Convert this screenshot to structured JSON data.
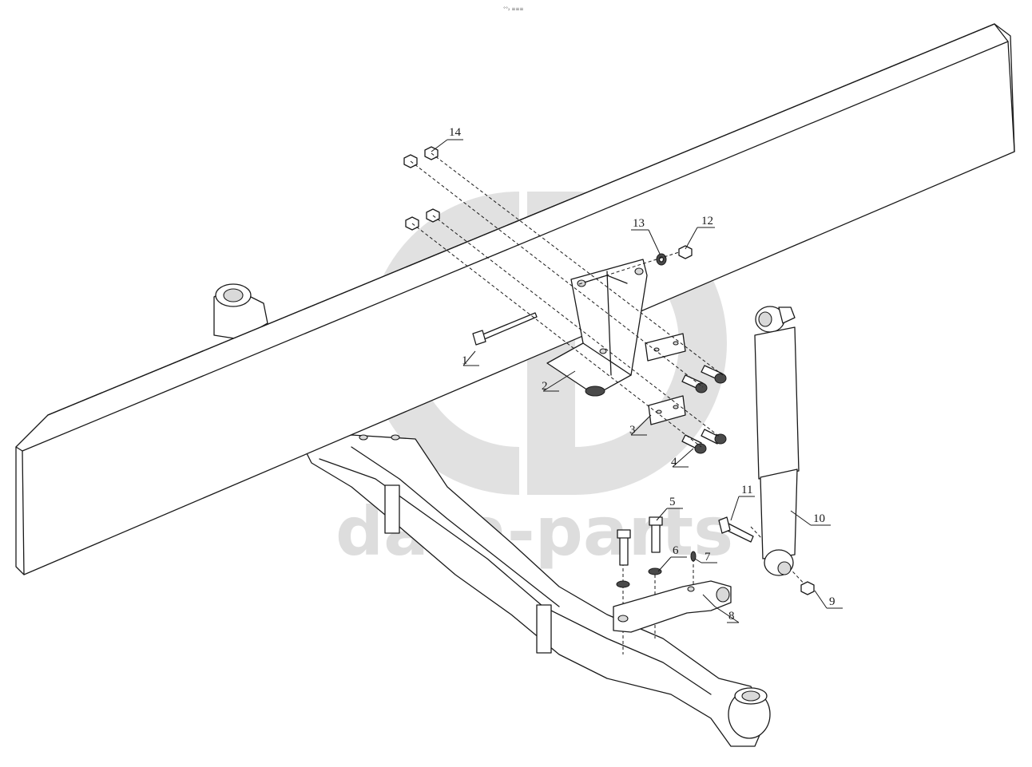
{
  "header_note": "°°₂ ≡≡≡",
  "watermark": {
    "text": "dara-parts",
    "color": "#c8c8c8"
  },
  "callouts": [
    "1",
    "2",
    "3",
    "4",
    "5",
    "6",
    "7",
    "8",
    "9",
    "10",
    "11",
    "12",
    "13",
    "14"
  ]
}
